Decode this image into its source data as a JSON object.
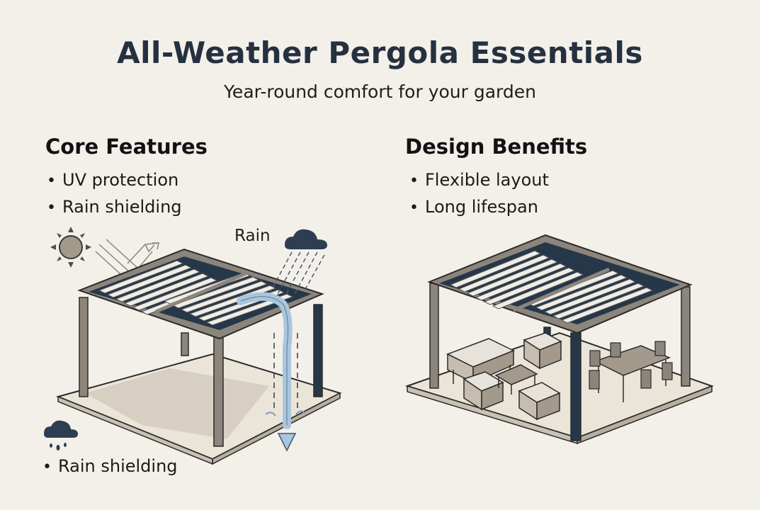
{
  "header": {
    "title": "All-Weather Pergola Essentials",
    "subtitle": "Year-round comfort for your garden"
  },
  "sections": [
    {
      "heading": "Core Features",
      "items": [
        "UV protection",
        "Rain shielding"
      ]
    },
    {
      "heading": "Design Benefits",
      "items": [
        "Flexible layout",
        "Long lifespan"
      ]
    }
  ],
  "illustration_left": {
    "rain_label": "Rain",
    "icons": [
      "sun-icon",
      "rain-cloud-icon",
      "reflected-sunlight-arrows",
      "water-drain-arrow"
    ],
    "bottom_icon": "rain-cloud-icon",
    "bottom_label": "Rain shielding"
  },
  "illustration_right": {
    "icons": [
      "pergola-with-furniture",
      "sofa",
      "armchairs",
      "coffee-table",
      "dining-table",
      "dining-chairs"
    ]
  },
  "colors": {
    "background": "#f3f0ea",
    "title": "#26313f",
    "frame_navy": "#26374a",
    "frame_taupe": "#8c857b",
    "water": "#a9c6dc",
    "shadow": "#d7cfc1"
  }
}
